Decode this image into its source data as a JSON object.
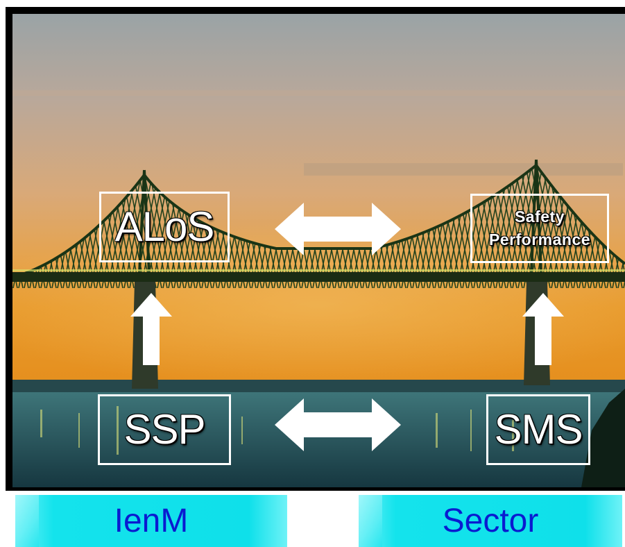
{
  "boxes": {
    "alos": "ALoS",
    "safety_line1": "Safety",
    "safety_line2": "Performance",
    "ssp": "SSP",
    "sms": "SMS"
  },
  "tabs": {
    "left": "IenM",
    "right": "Sector"
  },
  "colors": {
    "tab_fill": "#12e2ec",
    "tab_text": "#0a1bd0",
    "frame": "#000000",
    "box_border": "#ffffff",
    "bridge": "#1f3a18"
  },
  "icons": [
    "double-arrow-icon",
    "up-arrow-icon"
  ]
}
